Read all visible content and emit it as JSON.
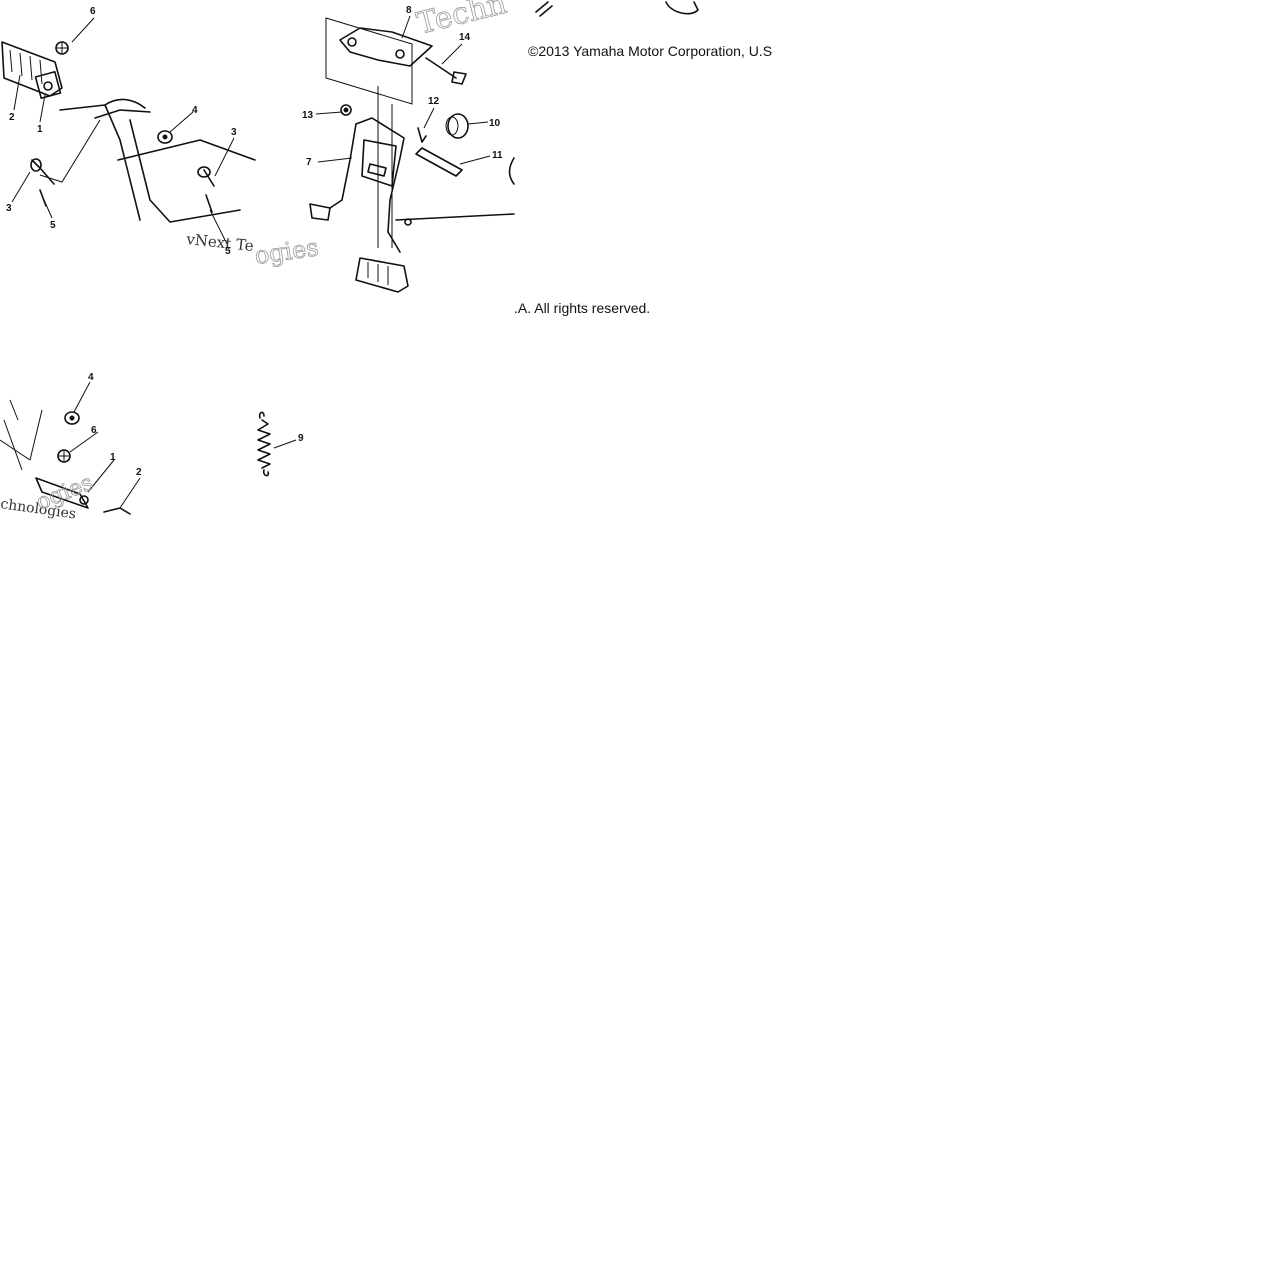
{
  "copyright": {
    "line1": "©2013 Yamaha Motor Corporation, U.S",
    "line2": ".A. All rights reserved."
  },
  "watermark": {
    "fragment_top": "Techn",
    "fragment_left": "vNext Te",
    "fragment_mid": "ogies",
    "fragment_bottom_left": "chnologies"
  },
  "callouts": {
    "c1a": "1",
    "c2a": "2",
    "c3a": "3",
    "c3b": "3",
    "c4a": "4",
    "c5a": "5",
    "c5b": "5",
    "c6a": "6",
    "c7": "7",
    "c8": "8",
    "c9": "9",
    "c10": "10",
    "c11": "11",
    "c12": "12",
    "c13": "13",
    "c14": "14",
    "c1b": "1",
    "c2b": "2",
    "c4b": "4",
    "c6b": "6"
  }
}
